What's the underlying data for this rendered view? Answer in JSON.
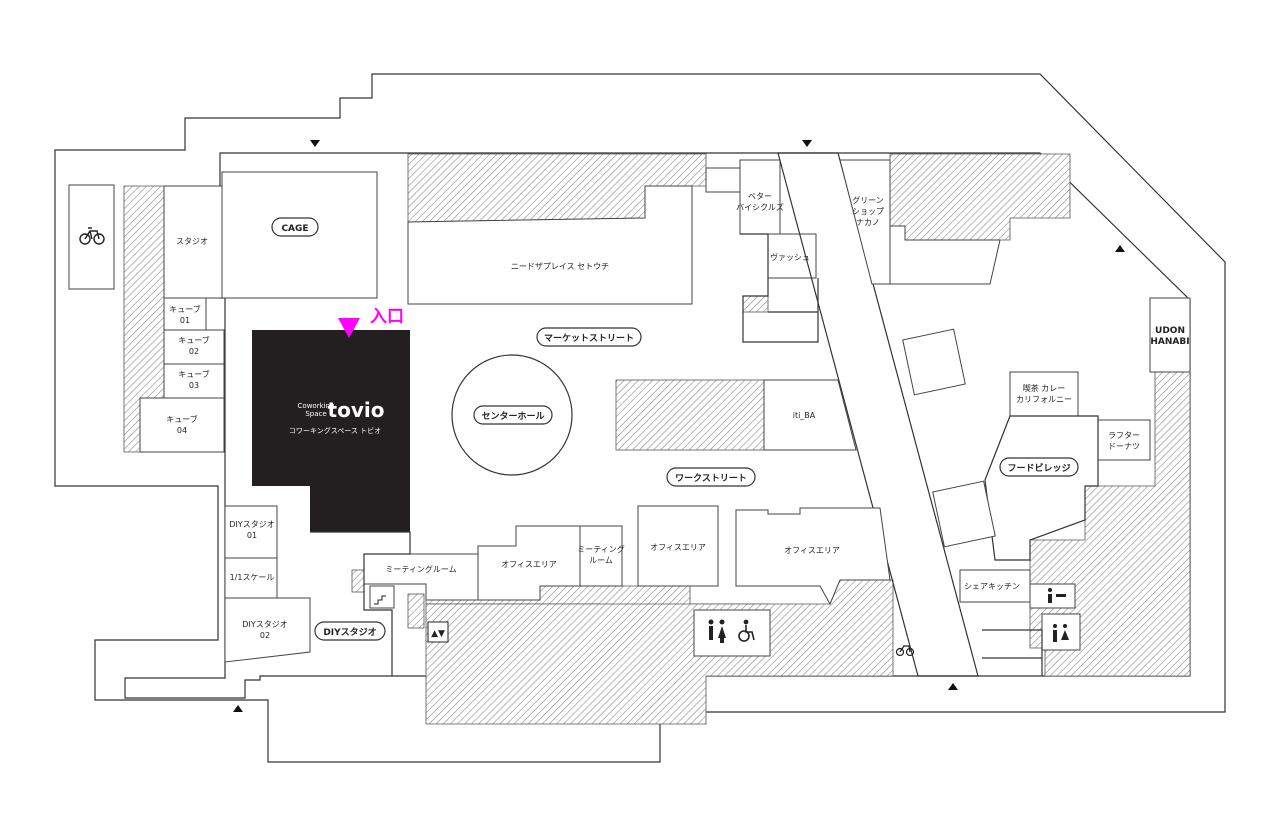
{
  "rooms": {
    "studio": "スタジオ",
    "cage": "CAGE",
    "cube_01": [
      "キューブ",
      "01"
    ],
    "cube_02": [
      "キューブ",
      "02"
    ],
    "cube_03": [
      "キューブ",
      "03"
    ],
    "cube_04": [
      "キューブ",
      "04"
    ],
    "needs_place": "ニードザプレイス セトウチ",
    "market_street": "マーケットストリート",
    "center_hall": "センターホール",
    "work_street": "ワークストリート",
    "iti_ba": "iti_BA",
    "better_bicycles": [
      "ベター",
      "バイシクルズ"
    ],
    "vassh": "ヴァッシュ",
    "green_shop": [
      "グリーン",
      "ショップ",
      "ナカノ"
    ],
    "udon": [
      "UDON",
      "HANABI"
    ],
    "cafe_curry": [
      "喫茶 カレー",
      "カリフォルニー"
    ],
    "laughter_donuts": [
      "ラフター",
      "ドーナツ"
    ],
    "food_village": "フードビレッジ",
    "share_kitchen": "シェアキッチン",
    "diy_studio_01": [
      "DIYスタジオ",
      "01"
    ],
    "scale": "1/1スケール",
    "diy_studio_02": [
      "DIYスタジオ",
      "02"
    ],
    "diy_studio": "DIYスタジオ",
    "meeting_room": "ミーティングルーム",
    "meeting_room_2": [
      "ミーティング",
      "ルーム"
    ],
    "office_area_1": "オフィスエリア",
    "office_area_2": "オフィスエリア",
    "office_area_3": "オフィスエリア"
  },
  "tovio": {
    "small_top": "Coworking",
    "small_bottom": "Space",
    "logo": "tovio",
    "subtitle": "コワーキングスペース トビオ"
  },
  "entrance": {
    "label": "入口",
    "color": "#ff00ff"
  },
  "colors": {
    "tovio_block": "#231f20",
    "hatch": "#bdbdbd"
  },
  "icons": [
    "bicycle-icon",
    "restroom-icon",
    "wheelchair-icon",
    "elevator-icon",
    "stairs-icon",
    "direction-arrow-icon"
  ]
}
